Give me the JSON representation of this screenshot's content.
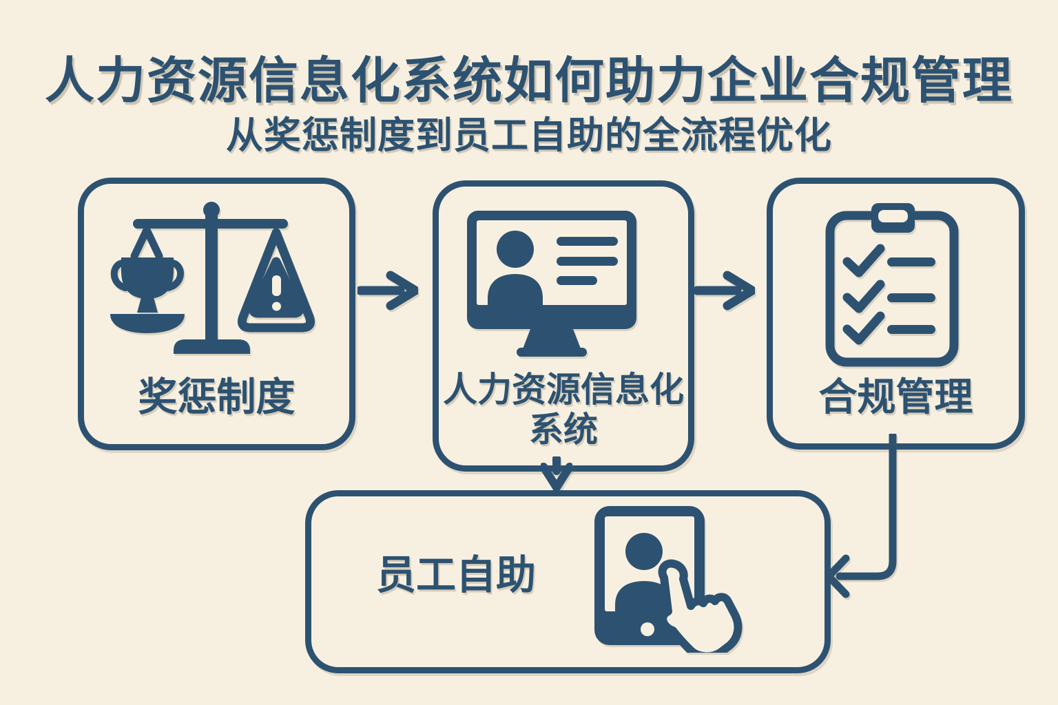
{
  "meta": {
    "colors": {
      "background": "#f7f0e1",
      "ink": "#2d5271"
    }
  },
  "header": {
    "title": "人力资源信息化系统如何助力企业合规管理",
    "subtitle": "从奖惩制度到员工自助的全流程优化"
  },
  "diagram": {
    "nodes": [
      {
        "id": "reward-punishment",
        "label": "奖惩制度",
        "icon": "balance-scale-trophy-warning-icon"
      },
      {
        "id": "hris",
        "label": "人力资源信息化系统",
        "label_lines": [
          "人力资源信息化",
          "系统"
        ],
        "icon": "monitor-profile-icon"
      },
      {
        "id": "compliance",
        "label": "合规管理",
        "icon": "clipboard-checklist-icon"
      },
      {
        "id": "employee-self-service",
        "label": "员工自助",
        "icon": "tablet-touch-hand-icon"
      }
    ],
    "connections": [
      {
        "from": "reward-punishment",
        "to": "hris",
        "type": "arrow-right"
      },
      {
        "from": "hris",
        "to": "compliance",
        "type": "arrow-right"
      },
      {
        "from": "hris",
        "to": "employee-self-service",
        "type": "arrow-down"
      },
      {
        "from": "compliance",
        "to": "employee-self-service",
        "type": "arrow-elbow-left"
      }
    ]
  }
}
